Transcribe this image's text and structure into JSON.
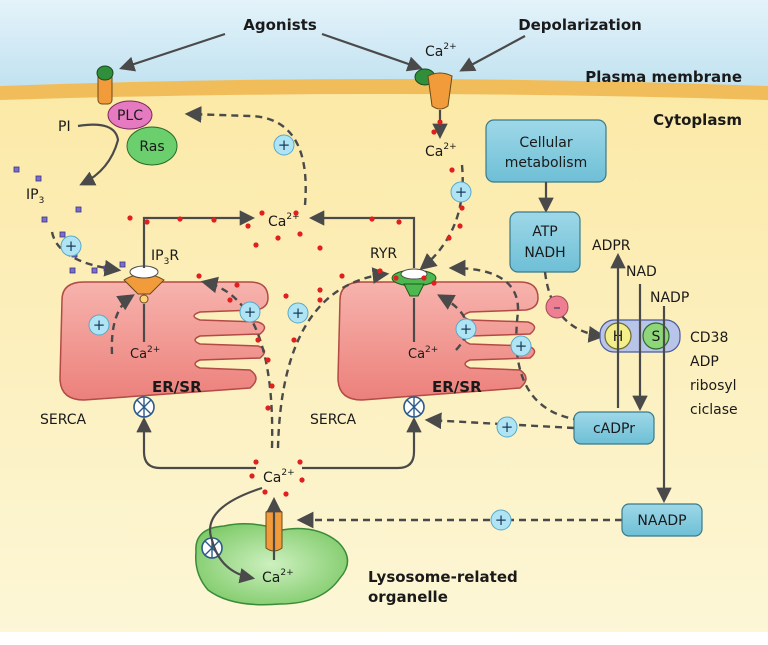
{
  "title": "",
  "stimuli": {
    "agonists": "Agonists",
    "depolarization": "Depolarization"
  },
  "compartments": {
    "plasma_membrane": "Plasma membrane",
    "cytoplasm": "Cytoplasm",
    "er_left": "ER/SR",
    "er_right": "ER/SR",
    "lysosome": [
      "Lysosome-related",
      "organelle"
    ]
  },
  "molecules": {
    "pi": "PI",
    "plc": "PLC",
    "ras": "Ras",
    "ip3": {
      "base": "IP",
      "sub": "3"
    },
    "ip3r": {
      "base": "IP",
      "sub": "3",
      "tail": "R"
    },
    "ryr": "RYR",
    "serca_left": "SERCA",
    "serca_right": "SERCA",
    "ca_base": "Ca",
    "ca_charge": "2+",
    "cellular_metabolism": [
      "Cellular",
      "metabolism"
    ],
    "atp_nadh": [
      "ATP",
      "NADH"
    ],
    "adpr": "ADPR",
    "nad": "NAD",
    "nadp": "NADP",
    "cd38": [
      "CD38",
      "ADP",
      "ribosyl",
      "ciclase"
    ],
    "h": "H",
    "s": "S",
    "cadpr": "cADPr",
    "naadp": "NAADP"
  },
  "signs": {
    "plus": "+",
    "minus": "–"
  },
  "colors": {
    "sky": "#cfe9f5",
    "membrane": "#f0c060",
    "cytoplasm": "#faf0b8",
    "er": "#f0918c",
    "lysosome": "#8fd67a",
    "box": "#7ec8dc",
    "plus_circle": "#aee4f4",
    "minus_circle": "#ee7f93",
    "channel": "#f29b3a",
    "plc": "#e67ac0",
    "ras": "#6ccf6e",
    "ca_dot": "#e02020"
  }
}
